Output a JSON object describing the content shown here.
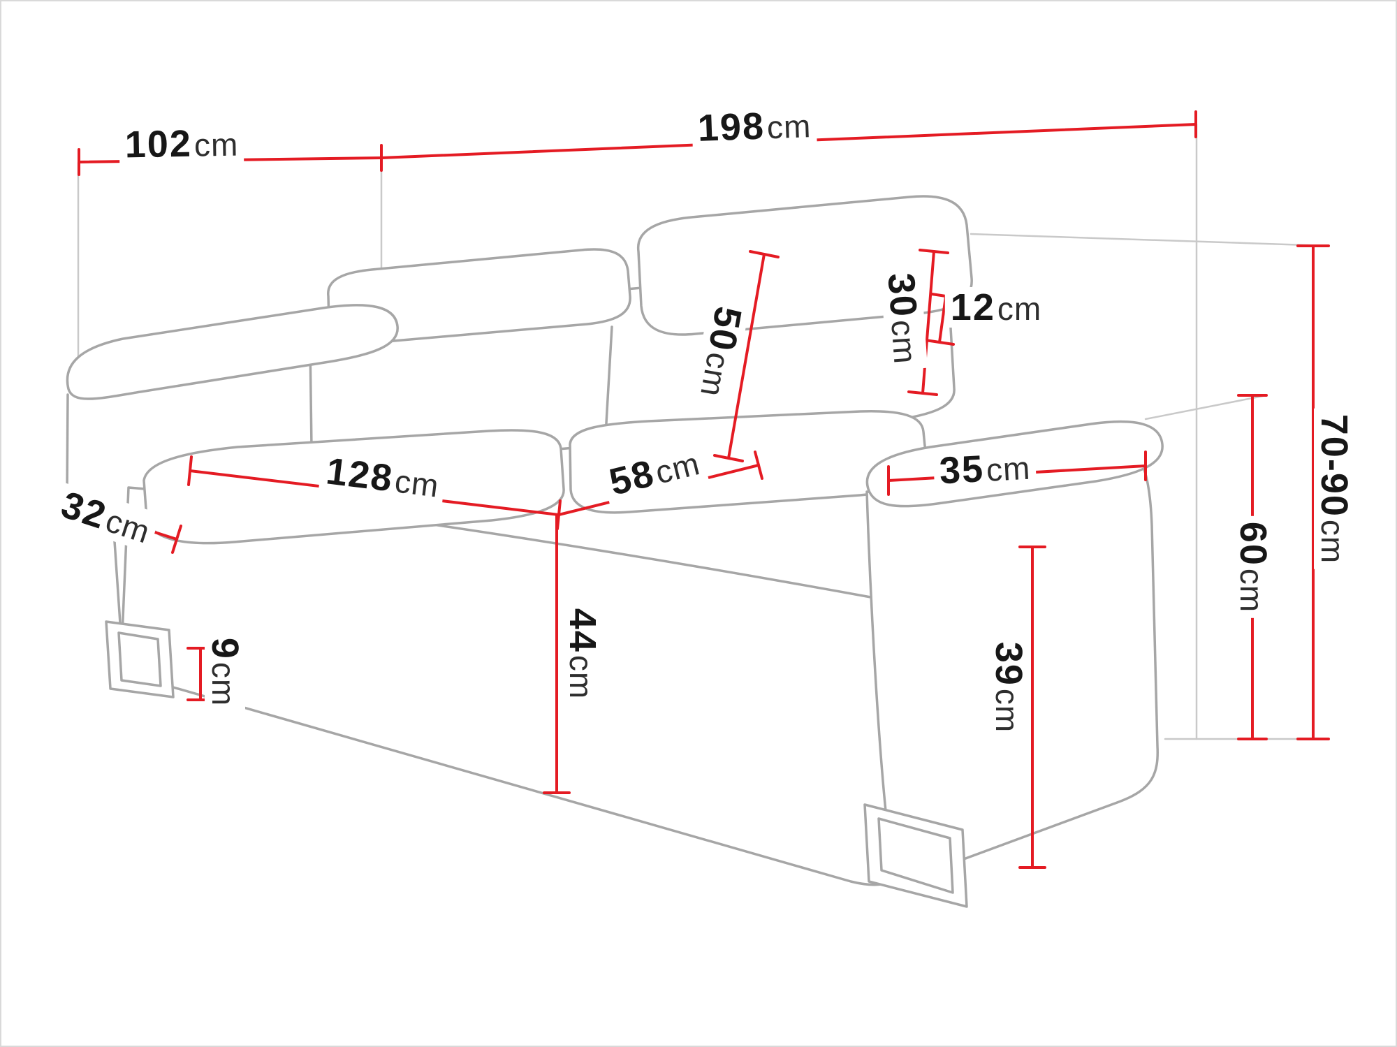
{
  "meta": {
    "type": "furniture-dimension-diagram",
    "subject": "two-seater sofa with adjustable headrests",
    "unit": "cm"
  },
  "colors": {
    "dimension_red": "#e41b23",
    "outline_gray": "#a6a6a6",
    "guide_gray": "#c9c9c9",
    "text_black": "#171717",
    "background": "#ffffff"
  },
  "dimensions": {
    "total_depth": {
      "value": "102",
      "unit": "cm"
    },
    "total_width": {
      "value": "198",
      "unit": "cm"
    },
    "headrest_thickness": {
      "value": "12",
      "unit": "cm"
    },
    "headrest_height": {
      "value": "30",
      "unit": "cm"
    },
    "backrest_height": {
      "value": "50",
      "unit": "cm"
    },
    "height_range": {
      "value": "70-90",
      "unit": "cm"
    },
    "armrest_top_width": {
      "value": "35",
      "unit": "cm"
    },
    "armrest_height": {
      "value": "60",
      "unit": "cm"
    },
    "seat_depth": {
      "value": "58",
      "unit": "cm"
    },
    "seat_width": {
      "value": "128",
      "unit": "cm"
    },
    "left_armrest_width": {
      "value": "32",
      "unit": "cm"
    },
    "seat_height": {
      "value": "44",
      "unit": "cm"
    },
    "leg_height": {
      "value": "9",
      "unit": "cm"
    },
    "armrest_side_height": {
      "value": "39",
      "unit": "cm"
    }
  }
}
